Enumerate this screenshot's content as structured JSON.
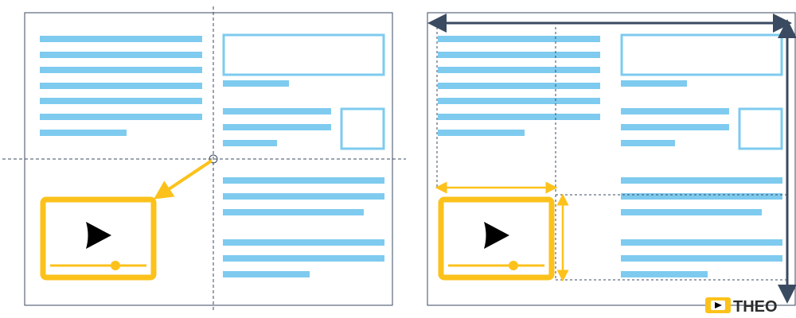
{
  "brand": {
    "name": "THEO"
  },
  "colors": {
    "text_line": "#7ecbef",
    "placeholder_outline": "#7ecbef",
    "player_frame": "#fcc21b",
    "player_inner": "#ffffff",
    "play_icon": "#000000",
    "frame_border": "#3a4a60",
    "guide_line": "#3a4a60",
    "measure_arrow_h": "#fcc21b",
    "measure_arrow_dark": "#3a4a60"
  },
  "panels": [
    {
      "name": "left-panel-floating-player",
      "description_visible": false
    },
    {
      "name": "right-panel-measurements",
      "description_visible": false
    }
  ]
}
